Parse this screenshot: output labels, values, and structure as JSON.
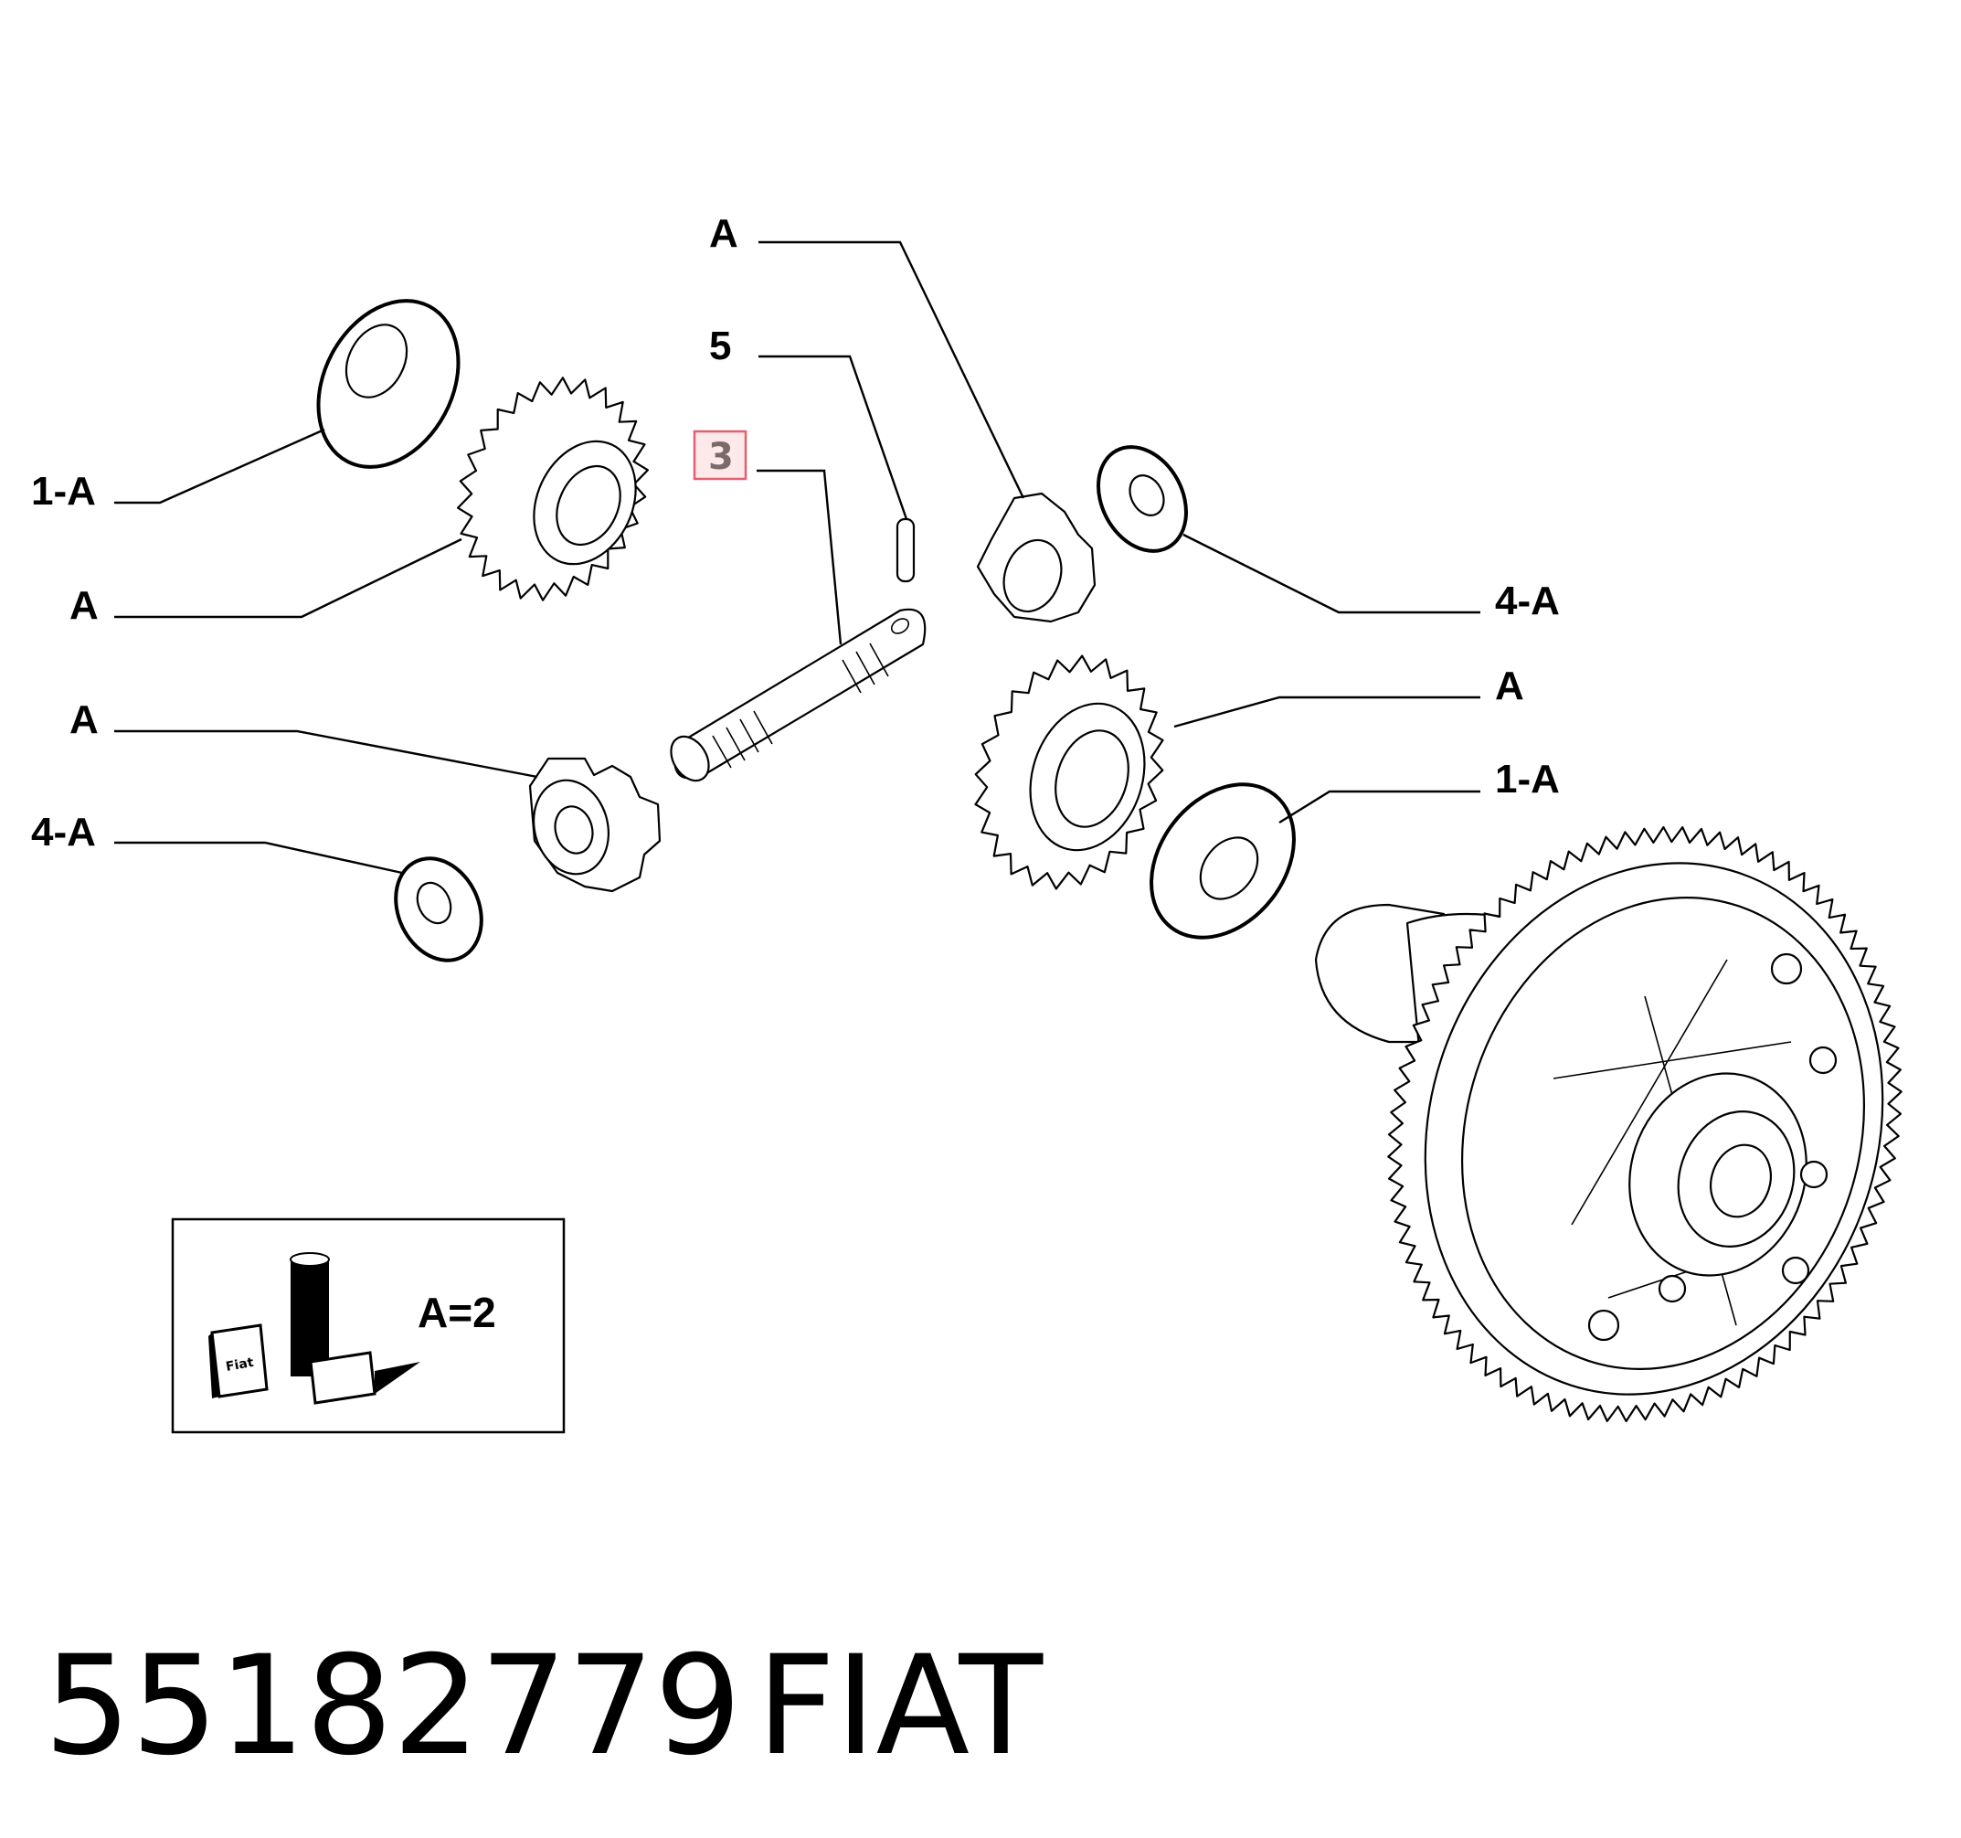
{
  "callouts": {
    "washer_top_left": "1-A",
    "side_gear_left": "A",
    "pinion_left": "A",
    "thrust_washer_left": "4-A",
    "pin_top": "A",
    "roll_pin": "5",
    "shaft_highlighted": "3",
    "thrust_washer_right": "4-A",
    "side_gear_right": "A",
    "washer_right": "1-A"
  },
  "legend": {
    "quantity": "A=2",
    "kit_label": "Fiat"
  },
  "footer": {
    "part_number": "55182779",
    "brand": "FIAT"
  },
  "colors": {
    "highlight_fill": "#fde8ea",
    "highlight_stroke": "#e06070",
    "highlight_text": "#7a6a6c"
  }
}
